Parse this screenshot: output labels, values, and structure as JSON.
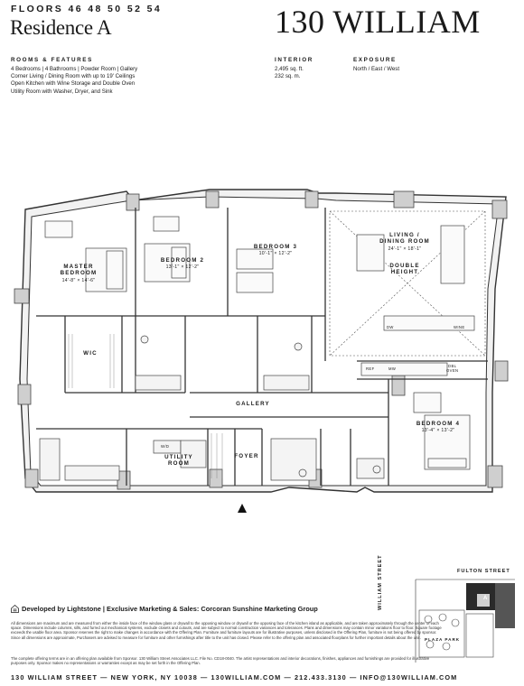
{
  "header": {
    "floors": "FLOORS 46 48 50 52 54",
    "residence": "Residence A",
    "brand": "130 WILLIAM"
  },
  "rooms_features": {
    "heading": "ROOMS & FEATURES",
    "lines": [
      "4 Bedrooms  |  4 Bathrooms  |  Powder Room  |  Gallery",
      "Corner Living / Dining Room with up to 19' Ceilings",
      "Open Kitchen with Wine Storage and Double Oven",
      "Utility Room with Washer, Dryer, and Sink"
    ]
  },
  "interior": {
    "heading": "INTERIOR",
    "sqft": "2,495 sq. ft.",
    "sqm": "232 sq. m."
  },
  "exposure": {
    "heading": "EXPOSURE",
    "value": "North / East / West"
  },
  "plan": {
    "master": {
      "name1": "MASTER",
      "name2": "BEDROOM",
      "dim": "14'-8\" × 14'-6\""
    },
    "bedroom2": {
      "name": "BEDROOM 2",
      "dim": "13'-1\" × 12'-2\""
    },
    "bedroom3": {
      "name": "BEDROOM 3",
      "dim": "10'-1\" × 12'-2\""
    },
    "living": {
      "name1": "LIVING /",
      "name2": "DINING ROOM",
      "dim": "24'-1\" × 18'-1\"",
      "dh1": "DOUBLE",
      "dh2": "HEIGHT"
    },
    "wic": "WIC",
    "gallery": "GALLERY",
    "utility": {
      "name1": "UTILITY",
      "name2": "ROOM"
    },
    "foyer": "FOYER",
    "bedroom4": {
      "name": "BEDROOM 4",
      "dim": "13'-4\" × 13'-2\""
    },
    "appliances": {
      "dw": "DW",
      "wine": "WINE",
      "ref": "REF",
      "mw": "MW",
      "dbl1": "DBL",
      "dbl2": "OVEN",
      "wd": "W/D"
    }
  },
  "keyplan": {
    "fulton": "FULTON STREET",
    "william": "WILLIAM STREET",
    "plaza": "PLAZA PARK",
    "unit": "A"
  },
  "developer": {
    "text": "Developed by Lightstone  |  Exclusive Marketing & Sales: Corcoran Sunshine Marketing Group"
  },
  "legal": {
    "p1": "All dimensions are maximum and are measured from either the inside face of the window glass or drywall to the opposing window or drywall or the opposing face of the kitchen island as applicable, and are taken approximately through the center of each space. Dimensions include columns, sills, and furred out mechanical systems, exclude closets and cutouts, and are subject to normal construction variances and tolerances. Plans and dimensions may contain minor variations floor to floor. Square footage exceeds the usable floor area. Sponsor reserves the right to make changes in accordance with the Offering Plan. Furniture and furniture layouts are for illustrative purposes, unless disclosed in the Offering Plan, furniture is not being offered by sponsor. Since all dimensions are approximate, Purchasers are advised to measure for furniture and other furnishings after title to the unit has closed. Please refer to the offering plan and associated floorplans for further important details about the unit.",
    "p2": "The complete offering terms are in an offering plan available from Sponsor. 130 William Street Associates LLC. File No. CD18-0040. The artist representations and interior decorations, finishes, appliances and furnishings are provided for illustrative purposes only. Sponsor makes no representations or warranties except as may be set forth in the Offering Plan."
  },
  "footer": {
    "text": "130 WILLIAM STREET  —  NEW YORK, NY 10038  —  130WILLIAM.COM  —  212.433.3130  —  INFO@130WILLIAM.COM"
  }
}
